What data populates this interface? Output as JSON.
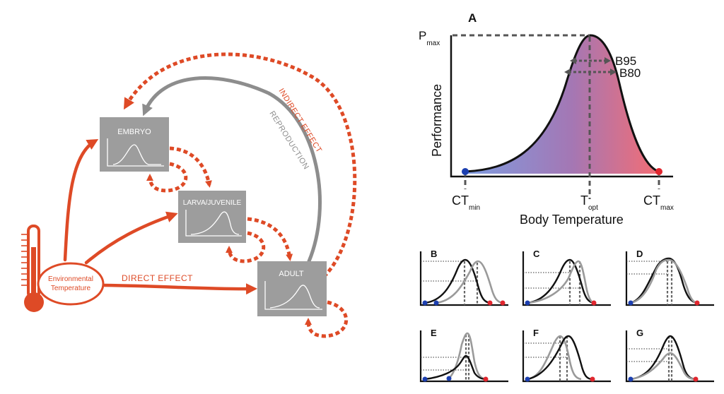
{
  "life_cycle": {
    "stages": {
      "embryo": "EMBRYO",
      "larva": "LARVA/JUVENILE",
      "adult": "ADULT"
    },
    "thermometer_label_line1": "Environmental",
    "thermometer_label_line2": "Temperature",
    "direct_effect": "DIRECT EFFECT",
    "indirect_effect": "INDIRECT EFFECT",
    "reproduction": "REPRODUCTION"
  },
  "panel_a": {
    "letter": "A",
    "ylabel": "Performance",
    "xlabel": "Body Temperature",
    "pmax_main": "P",
    "pmax_sub": "max",
    "b95": "B95",
    "b80": "B80",
    "ctmin_main": "CT",
    "ctmin_sub": "min",
    "topt_main": "T",
    "topt_sub": "opt",
    "ctmax_main": "CT",
    "ctmax_sub": "max"
  },
  "small_panels": {
    "b": "B",
    "c": "C",
    "d": "D",
    "e": "E",
    "f": "F",
    "g": "G"
  },
  "colors": {
    "direct_red": "#de4a26",
    "stage_grey": "#9d9d9d",
    "cold_blue": "#6f8fd6",
    "hot_red": "#f26a6a",
    "ctmin_dot": "#1c3fb0",
    "ctmax_dot": "#e0262e"
  }
}
